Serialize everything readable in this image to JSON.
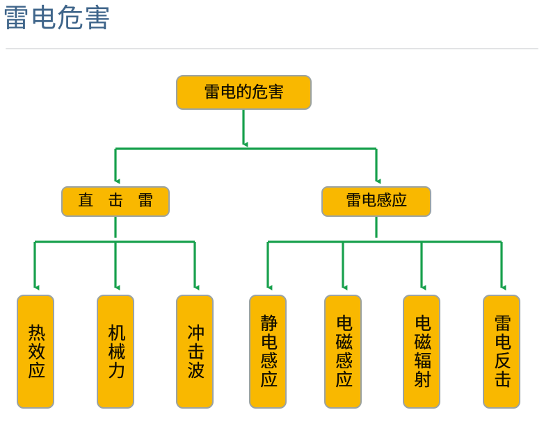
{
  "header": {
    "title": "雷电危害"
  },
  "diagram": {
    "type": "tree",
    "orientation": "top-down",
    "colors": {
      "node_fill": "#f9b800",
      "node_border": "#9ba3a3",
      "connector": "#17a04c",
      "title": "#3f658a",
      "divider": "#e2e3e5",
      "background": "#ffffff"
    },
    "root": {
      "label": "雷电的危害"
    },
    "level2": [
      {
        "label": "直 击 雷"
      },
      {
        "label": "雷电感应"
      }
    ],
    "leaves_left": [
      {
        "label": "热效应"
      },
      {
        "label": "机械力"
      },
      {
        "label": "冲击波"
      }
    ],
    "leaves_right": [
      {
        "label": "静电感应"
      },
      {
        "label": "电磁感应"
      },
      {
        "label": "电磁辐射"
      },
      {
        "label": "雷电反击"
      }
    ]
  }
}
